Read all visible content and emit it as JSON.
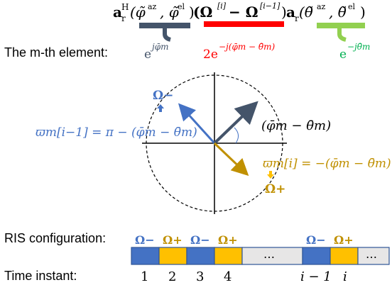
{
  "equation": {
    "part1": "a",
    "part1_sup": "H",
    "part1_sub": "r",
    "part1_args": "(φ̃",
    "part1_args_sup1": "az",
    "part1_args_mid": ", φ̃",
    "part1_args_sup2": "el",
    "part1_args_end": ")",
    "middle": "(Ω",
    "middle_sup1": "[i]",
    "middle_minus": " − Ω",
    "middle_sup2": "[i−1]",
    "middle_end": ")",
    "part3": "a",
    "part3_sub": "r",
    "part3_args": "(θ̃",
    "part3_args_sup1": "az",
    "part3_args_mid": ", θ̃",
    "part3_args_sup2": "el",
    "part3_args_end": ")"
  },
  "element_row": {
    "label": "The m-th element:",
    "term1": "e",
    "term1_exp": "jφ̄m",
    "term2": "2e",
    "term2_exp": "−j(φ̄m − θ̄m)",
    "term3": "e",
    "term3_exp": "−jθ̄m"
  },
  "circle_diagram": {
    "omega_minus_label": "Ω−",
    "omega_plus_label": "Ω+",
    "left_eq": "ϖm[i−1] = π − (φ̄m − θ̄m)",
    "right_eq": "ϖm[i] = −(φ̄m − θ̄m)",
    "angle_label": "(φ̄m − θ̄m)"
  },
  "ris": {
    "label": "RIS configuration:",
    "cells": [
      "Ω−",
      "Ω+",
      "Ω−",
      "Ω+",
      "…",
      "Ω−",
      "Ω+",
      "…"
    ],
    "time_label": "Time instant:",
    "times": [
      "1",
      "2",
      "3",
      "4",
      "",
      "i − 1",
      "i",
      ""
    ]
  },
  "colors": {
    "blue": "#4472c4",
    "dark_blue": "#44546a",
    "red": "#ff0000",
    "green": "#92d050",
    "green_text": "#00b050",
    "gold": "#c09000",
    "orange_fill": "#ffc000",
    "gray_fill": "#e7e6e6"
  }
}
